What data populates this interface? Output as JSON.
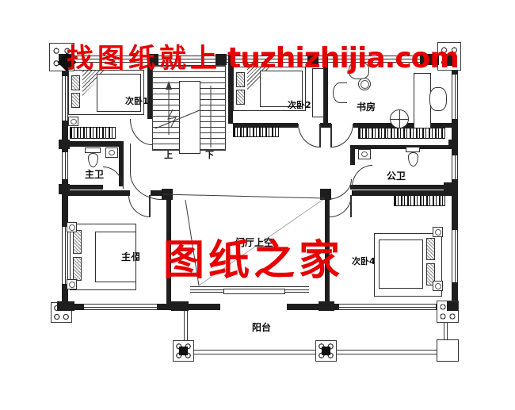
{
  "watermark": {
    "line_prefix": "找图纸就上",
    "domain": "tuzhizhijia.com",
    "center": "图纸之家",
    "color": "#e60000"
  },
  "labels": {
    "bedroom1": "次卧1",
    "bedroom2": "次卧2",
    "study": "书房",
    "master_bath": "主卫",
    "shared_bath": "公卫",
    "master_bedroom": "主卧",
    "foyer_void": "门厅上空",
    "bedroom4": "次卧4",
    "balcony": "阳台",
    "stair_up": "上",
    "stair_down": "下"
  },
  "colors": {
    "line": "#1e1e1e",
    "watermark_red": "#e60000",
    "background": "#ffffff"
  }
}
